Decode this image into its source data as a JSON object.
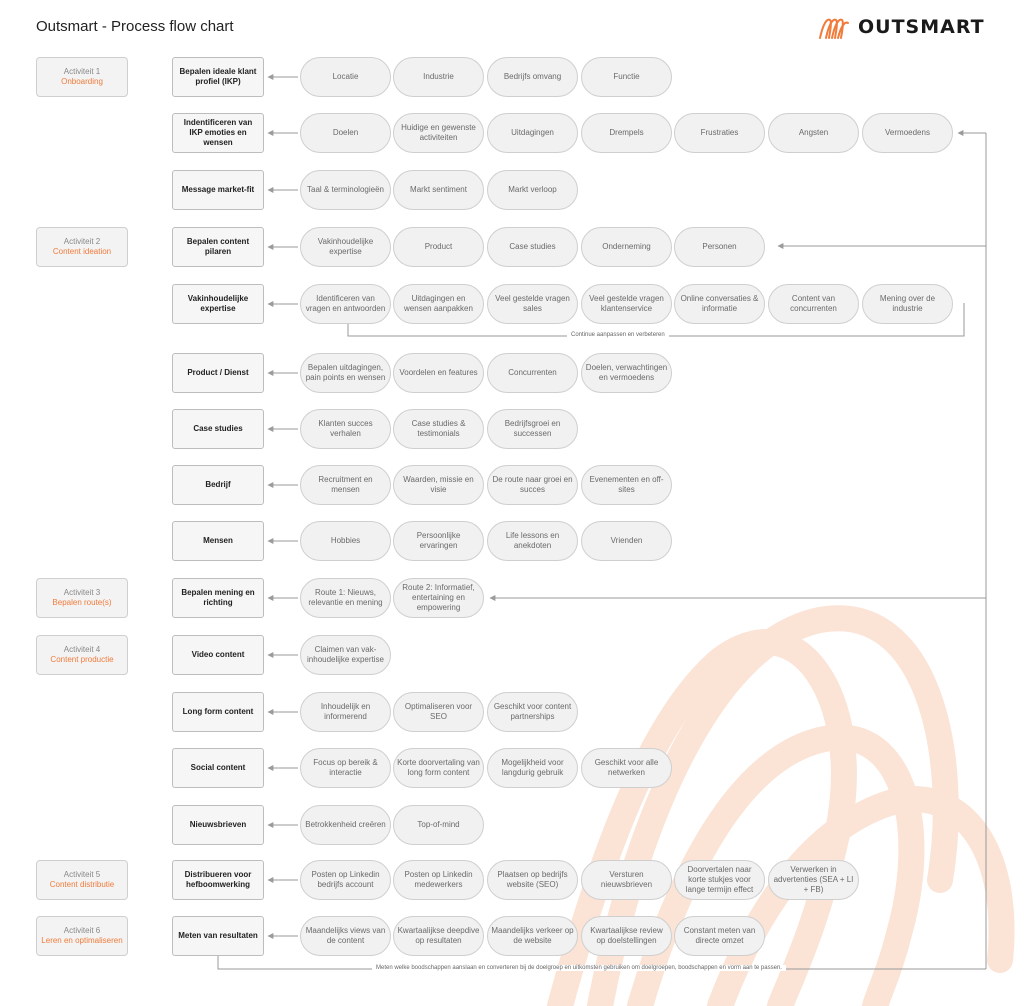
{
  "header": {
    "title": "Outsmart - Process flow chart",
    "logo_text": "OUTSMART"
  },
  "colors": {
    "accent": "#f07b3a",
    "swirl": "#fbe3d6",
    "box_border": "#cfcfcf",
    "line": "#9a9a9a"
  },
  "activities": [
    {
      "label": "Activiteit 1",
      "name": "Onboarding"
    },
    {
      "label": "Activiteit 2",
      "name": "Content ideation"
    },
    {
      "label": "Activiteit 3",
      "name": "Bepalen route(s)"
    },
    {
      "label": "Activiteit 4",
      "name": "Content productie"
    },
    {
      "label": "Activiteit 5",
      "name": "Content distributie"
    },
    {
      "label": "Activiteit 6",
      "name": "Leren en optimaliseren"
    }
  ],
  "rows": [
    {
      "main": "Bepalen ideale klant profiel (IKP)",
      "items": [
        "Locatie",
        "Industrie",
        "Bedrijfs omvang",
        "Functie"
      ]
    },
    {
      "main": "Indentificeren van IKP emoties en wensen",
      "items": [
        "Doelen",
        "Huidige en gewenste activiteiten",
        "Uitdagingen",
        "Drempels",
        "Frustraties",
        "Angsten",
        "Vermoedens"
      ]
    },
    {
      "main": "Message market-fit",
      "items": [
        "Taal & terminologieën",
        "Markt sentiment",
        "Markt verloop"
      ]
    },
    {
      "main": "Bepalen content pilaren",
      "items": [
        "Vakinhoudelijke expertise",
        "Product",
        "Case studies",
        "Onderneming",
        "Personen"
      ]
    },
    {
      "main": "Vakinhoudelijke expertise",
      "items": [
        "Identificeren van vragen en antwoorden",
        "Uitdagingen en wensen aanpakken",
        "Veel gestelde vragen sales",
        "Veel gestelde vragen klantenservice",
        "Online conversaties & informatie",
        "Content van concurrenten",
        "Mening over de industrie"
      ]
    },
    {
      "main": "Product / Dienst",
      "items": [
        "Bepalen uitdagingen, pain points en wensen",
        "Voordelen en features",
        "Concurrenten",
        "Doelen, verwachtingen en vermoedens"
      ]
    },
    {
      "main": "Case studies",
      "items": [
        "Klanten succes verhalen",
        "Case studies & testimonials",
        "Bedrijfsgroei en successen"
      ]
    },
    {
      "main": "Bedrijf",
      "items": [
        "Recruitment en mensen",
        "Waarden, missie en visie",
        "De route naar groei en succes",
        "Evenementen en off-sites"
      ]
    },
    {
      "main": "Mensen",
      "items": [
        "Hobbies",
        "Persoonlijke ervaringen",
        "Life lessons en anekdoten",
        "Vrienden"
      ]
    },
    {
      "main": "Bepalen mening en richting",
      "items": [
        "Route 1: Nieuws, relevantie en mening",
        "Route 2: Informatief, entertaining en empowering"
      ]
    },
    {
      "main": "Video content",
      "items": [
        "Claimen van vak-inhoudelijke expertise"
      ]
    },
    {
      "main": "Long form content",
      "items": [
        "Inhoudelijk en informerend",
        "Optimaliseren voor SEO",
        "Geschikt voor content partnerships"
      ]
    },
    {
      "main": "Social content",
      "items": [
        "Focus op bereik & interactie",
        "Korte doorvertaling van long form content",
        "Mogelijkheid voor langdurig gebruik",
        "Geschikt voor alle netwerken"
      ]
    },
    {
      "main": "Nieuwsbrieven",
      "items": [
        "Betrokkenheid creëren",
        "Top-of-mind"
      ]
    },
    {
      "main": "Distribueren voor hefboomwerking",
      "items": [
        "Posten op Linkedin bedrijfs account",
        "Posten op Linkedin medewerkers",
        "Plaatsen op bedrijfs website (SEO)",
        "Versturen nieuwsbrieven",
        "Doorvertalen naar korte stukjes voor lange termijn effect",
        "Verwerken in advertenties (SEA + LI + FB)"
      ]
    },
    {
      "main": "Meten van resultaten",
      "items": [
        "Maandelijks views van de content",
        "Kwartaalijkse deepdive op resultaten",
        "Maandelijks verkeer op de website",
        "Kwartaalijkse review op doelstellingen",
        "Constant meten van directe omzet"
      ]
    }
  ],
  "notes": {
    "loop": "Continue aanpassen en verbeteren",
    "bottom": "Meten welke boodschappen aanslaan en converteren bij de doelgroep en uitkomsten gebruiken om doelgroepen, boodschappen en vorm aan te passen."
  }
}
